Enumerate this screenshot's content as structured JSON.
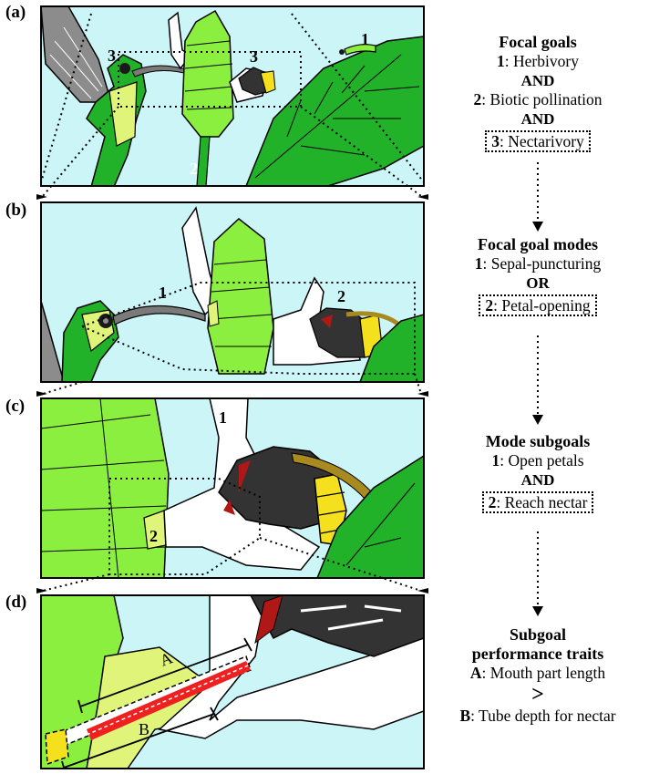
{
  "panels": {
    "a": {
      "label": "(a)",
      "markers": [
        "3",
        "3",
        "1",
        "2"
      ]
    },
    "b": {
      "label": "(b)",
      "markers": [
        "1",
        "2"
      ]
    },
    "c": {
      "label": "(c)",
      "markers": [
        "1",
        "2"
      ]
    },
    "d": {
      "label": "(d)",
      "markers": [
        "A",
        "B"
      ]
    }
  },
  "focal_goals": {
    "heading": "Focal goals",
    "item1_num": "1",
    "item1_text": ": Herbivory",
    "op1": "AND",
    "item2_num": "2",
    "item2_text": ": Biotic pollination",
    "op2": "AND",
    "item3_num": "3",
    "item3_text": ": Nectarivory"
  },
  "focal_goal_modes": {
    "heading": "Focal goal modes",
    "item1_num": "1",
    "item1_text": ": Sepal-puncturing",
    "op1": "OR",
    "item2_num": "2",
    "item2_text": ": Petal-opening"
  },
  "mode_subgoals": {
    "heading": "Mode subgoals",
    "item1_num": "1",
    "item1_text": ": Open petals",
    "op1": "AND",
    "item2_num": "2",
    "item2_text": ": Reach nectar"
  },
  "subgoal_traits": {
    "heading_line1": "Subgoal",
    "heading_line2": "performance traits",
    "itemA_num": "A",
    "itemA_text": ": Mouth part length",
    "comparator": ">",
    "itemB_num": "B",
    "itemB_text": ": Tube depth for nectar"
  },
  "colors": {
    "sky": "#ccf5f8",
    "leaf": "#22b22a",
    "light_green": "#8bef3f",
    "yellow_green": "#e0f47a",
    "nectar_red": "#ee2020",
    "bee_body": "#333333",
    "bee_stripe": "#f5e01e"
  }
}
